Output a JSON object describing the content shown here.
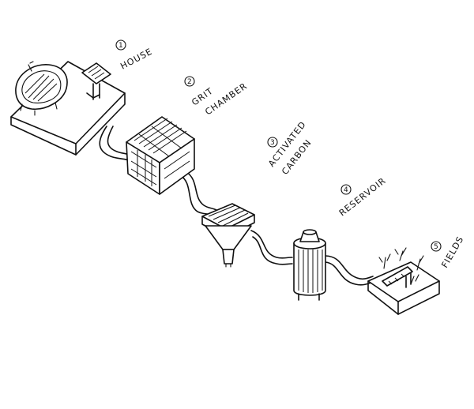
{
  "diagram": {
    "stages": [
      {
        "number": "1",
        "label": "HOUSE"
      },
      {
        "number": "2",
        "label_lines": [
          "GRIT",
          "CHAMBER"
        ]
      },
      {
        "number": "3",
        "label_lines": [
          "ACTIVATED",
          "CARBON"
        ]
      },
      {
        "number": "4",
        "label": "RESERVOIR"
      },
      {
        "number": "5",
        "label": "FIELDS"
      }
    ]
  }
}
